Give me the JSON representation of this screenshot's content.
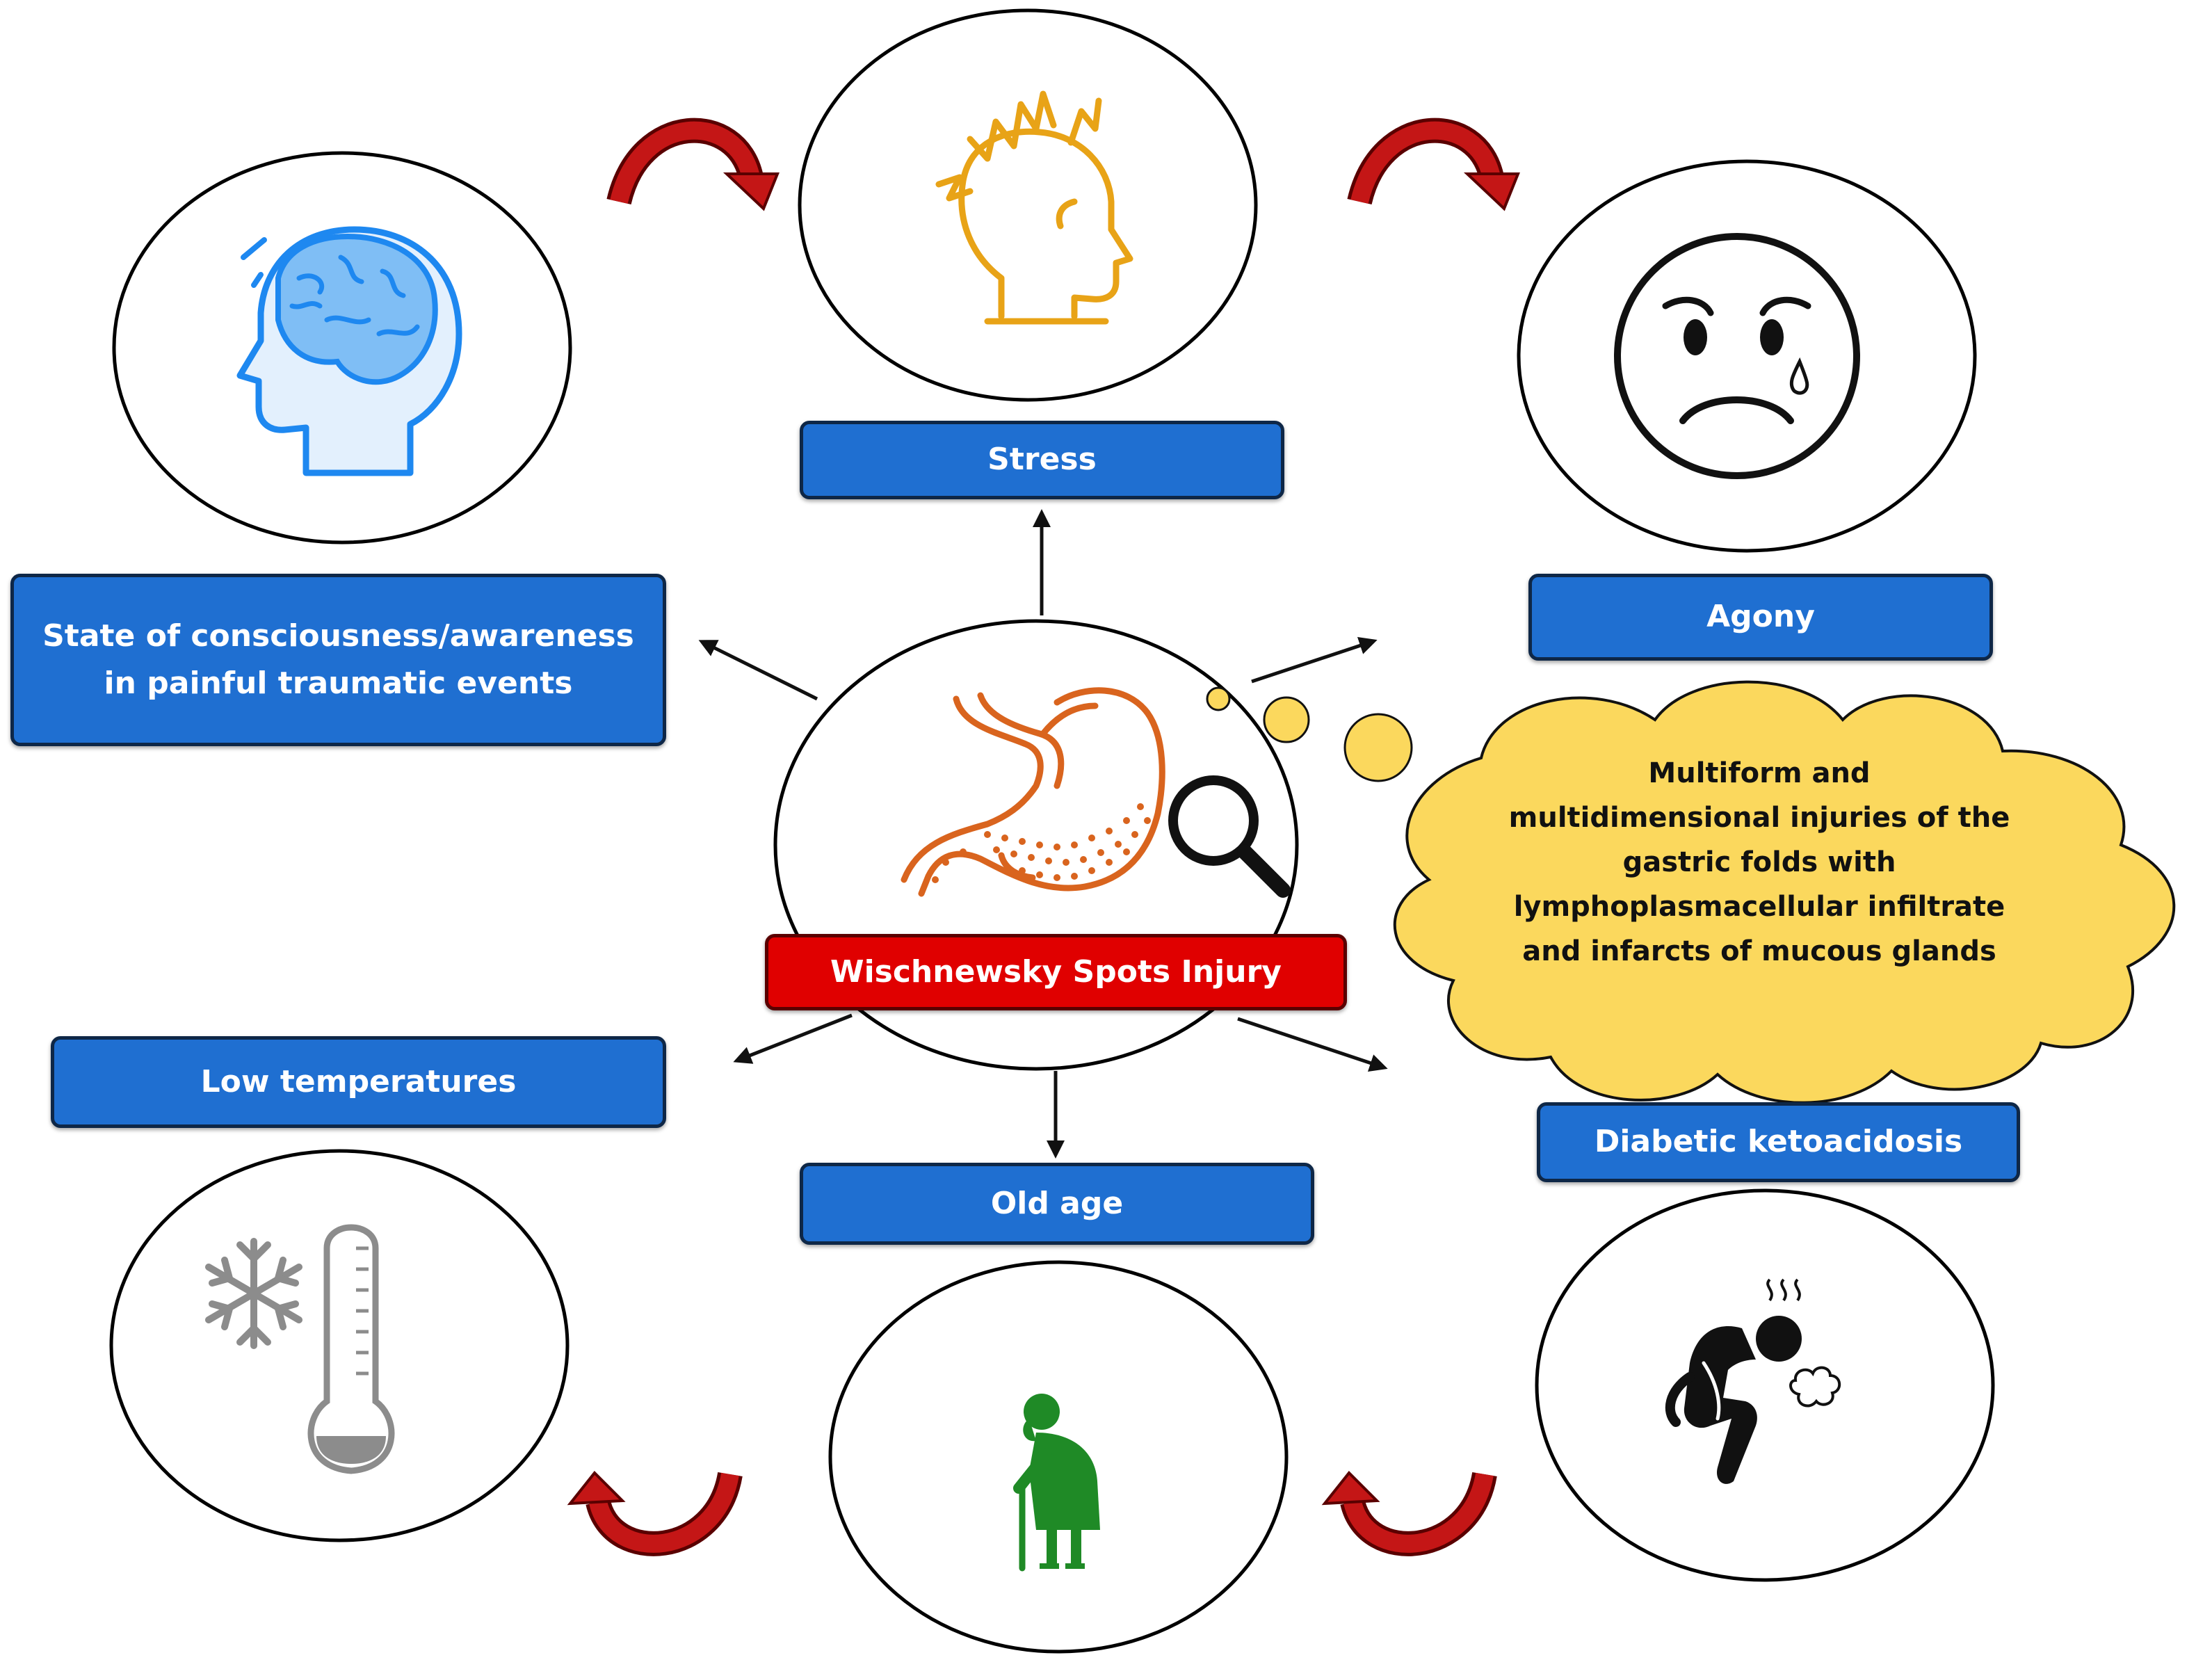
{
  "center": {
    "label": "Wischnewsky Spots Injury"
  },
  "nodes": {
    "stress": {
      "label": "Stress"
    },
    "consciousness": {
      "line1": "State of consciousness/awareness",
      "line2": "in painful traumatic events"
    },
    "agony": {
      "label": "Agony"
    },
    "low_temperatures": {
      "label": "Low temperatures"
    },
    "old_age": {
      "label": "Old age"
    },
    "diabetic_ketoacidosis": {
      "label": "Diabetic ketoacidosis"
    }
  },
  "cloud": {
    "lines": [
      "Multiform and",
      "multidimensional injuries of the",
      "gastric folds with",
      "lymphoplasmacellular infiltrate",
      "and infarcts of mucous  glands"
    ]
  },
  "colors": {
    "label_blue": "#1f6fd1",
    "label_red": "#e00000",
    "cloud_yellow": "#fbd85d",
    "curved_arrow": "#b01010",
    "brain_blue": "#1e88f0",
    "stress_orange": "#e8a317",
    "stomach_orange": "#d9641e",
    "old_age_green": "#1f8a26",
    "thermometer_gray": "#8c8c8c"
  }
}
